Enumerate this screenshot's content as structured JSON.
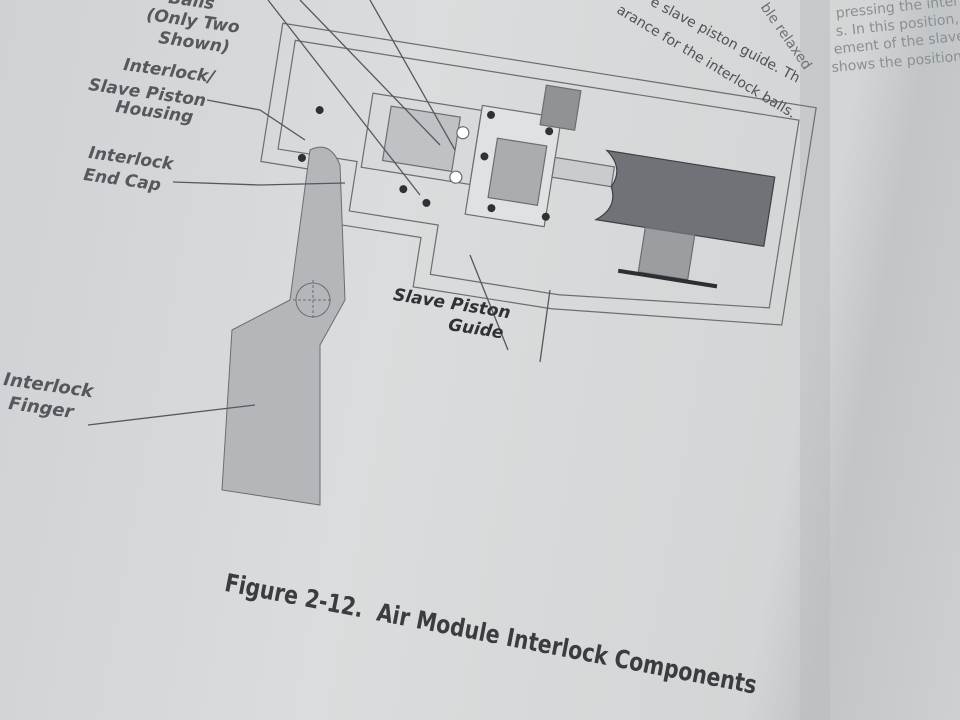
{
  "body_text": {
    "line1": "e slave piston guide. Th",
    "line2": "arance for the interlock balls."
  },
  "middle_text": "ble relaxed",
  "right_page": [
    "pressing the interlo",
    "s.  In this position,",
    "ement of the slave",
    "shows the positionin"
  ],
  "labels": {
    "balls_partial": "Balls",
    "only_two": "(Only Two",
    "shown": "Shown)",
    "housing_1": "Interlock/",
    "housing_2": "Slave Piston",
    "housing_3": "Housing",
    "endcap_1": "Interlock",
    "endcap_2": "End Cap",
    "guide_1": "Slave Piston",
    "guide_2": "Guide",
    "finger_1": "Interlock",
    "finger_2": "Finger"
  },
  "caption": {
    "number": "Figure 2-12.",
    "title": "Air Module Interlock Components"
  }
}
